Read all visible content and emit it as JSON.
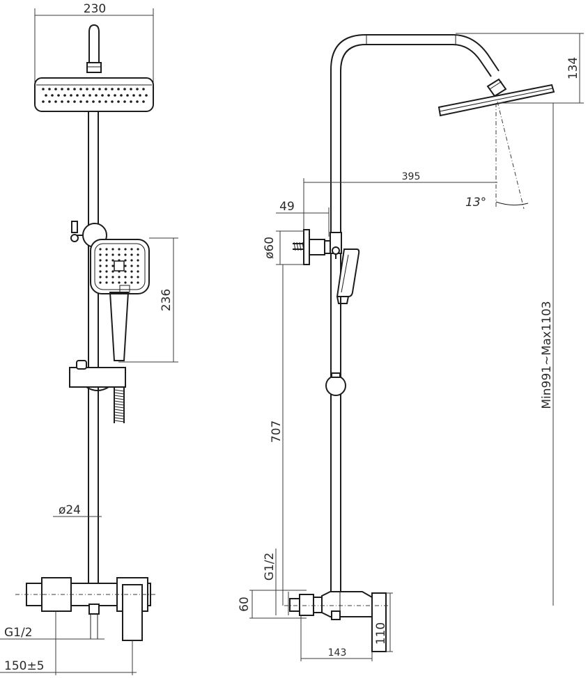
{
  "dimensions": {
    "head_width": "230",
    "handshower_height": "236",
    "pipe_diameter": "ø24",
    "inlet_thread_left": "G1/2",
    "inlet_spacing": "150±5",
    "head_height": "134",
    "arm_reach": "395",
    "bracket_offset": "49",
    "bracket_diameter": "ø60",
    "tilt_angle": "13°",
    "height_range": "Min991~Max1103",
    "holder_height": "707",
    "inlet_thread_right": "G1/2",
    "mixer_height_60": "60",
    "mixer_height_110": "110",
    "mixer_depth": "143"
  },
  "colors": {
    "line": "#1c1c1c",
    "dimension": "#3a3a3a",
    "background": "#ffffff"
  }
}
